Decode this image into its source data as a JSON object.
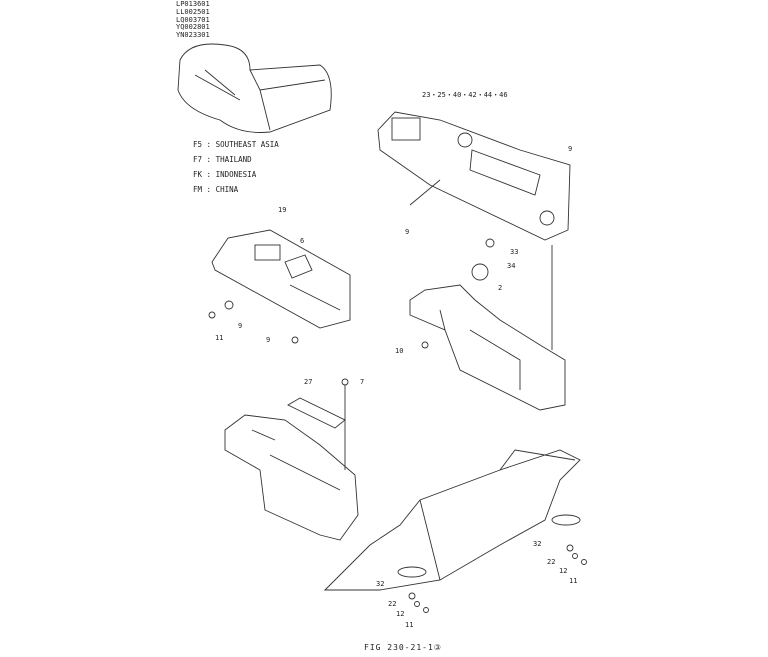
{
  "model_codes": [
    "LP013601",
    "LL002501",
    "LQ003701",
    "YQ002801",
    "YN023301"
  ],
  "region_legend": [
    "F5 : SOUTHEAST ASIA",
    "F7 : THAILAND",
    "FK : INDONESIA",
    "FM : CHINA"
  ],
  "callouts": [
    "23・25・40・42・44・46",
    "9",
    "9",
    "19",
    "6",
    "33",
    "34",
    "2",
    "9",
    "11",
    "9",
    "10",
    "27",
    "7",
    "32",
    "22",
    "12",
    "11",
    "32",
    "22",
    "12",
    "11"
  ],
  "figure_label": "FIG 230-21-1③"
}
